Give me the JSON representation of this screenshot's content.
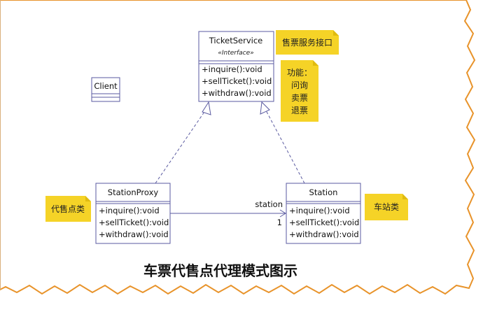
{
  "classes": {
    "ticket_service": {
      "name": "TicketService",
      "stereotype": "«Interface»",
      "methods": [
        "+inquire():void",
        "+sellTicket():void",
        "+withdraw():void"
      ]
    },
    "client": {
      "name": "Client"
    },
    "station_proxy": {
      "name": "StationProxy",
      "methods": [
        "+inquire():void",
        "+sellTicket():void",
        "+withdraw():void"
      ]
    },
    "station": {
      "name": "Station",
      "methods": [
        "+inquire():void",
        "+sellTicket():void",
        "+withdraw():void"
      ]
    }
  },
  "association": {
    "role": "station",
    "multiplicity": "1"
  },
  "notes": {
    "interface_note": "售票服务接口",
    "function_note": [
      "功能：",
      "问询",
      "卖票",
      "退票"
    ],
    "proxy_note": "代售点类",
    "station_note": "车站类"
  },
  "title": "车票代售点代理模式图示",
  "colors": {
    "note": "#f5d327",
    "border": "#5a5aa0",
    "torn_edge": "#e8932a"
  }
}
